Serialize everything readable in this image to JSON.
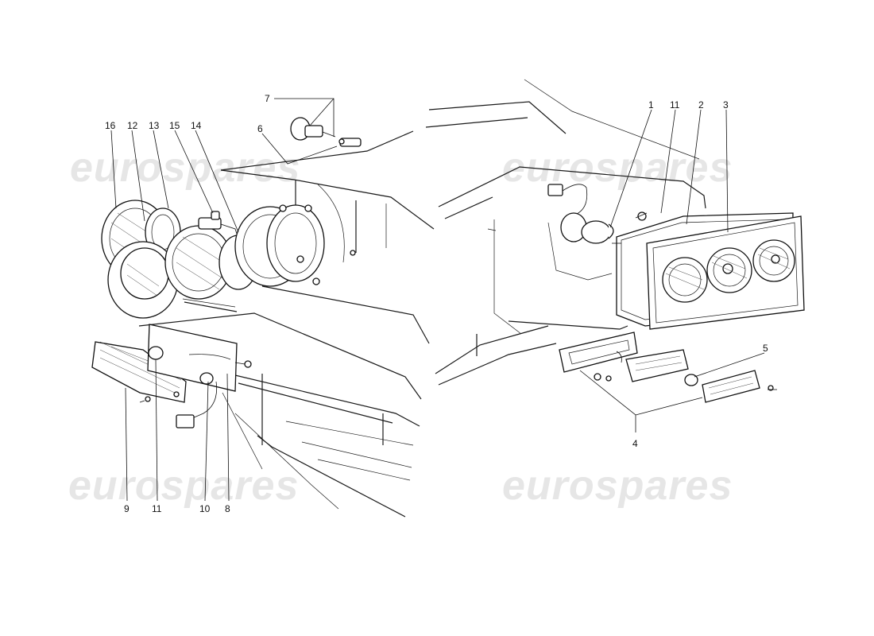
{
  "watermark": {
    "text": "eurospares"
  },
  "callouts": {
    "headlight": {
      "c16": "16",
      "c12": "12",
      "c13": "13",
      "c15": "15",
      "c14": "14",
      "c6": "6",
      "c7": "7",
      "c9": "9",
      "c11": "11",
      "c10": "10",
      "c8": "8"
    },
    "taillight": {
      "c1": "1",
      "c11": "11",
      "c2": "2",
      "c3": "3",
      "c4": "4",
      "c5": "5"
    }
  }
}
